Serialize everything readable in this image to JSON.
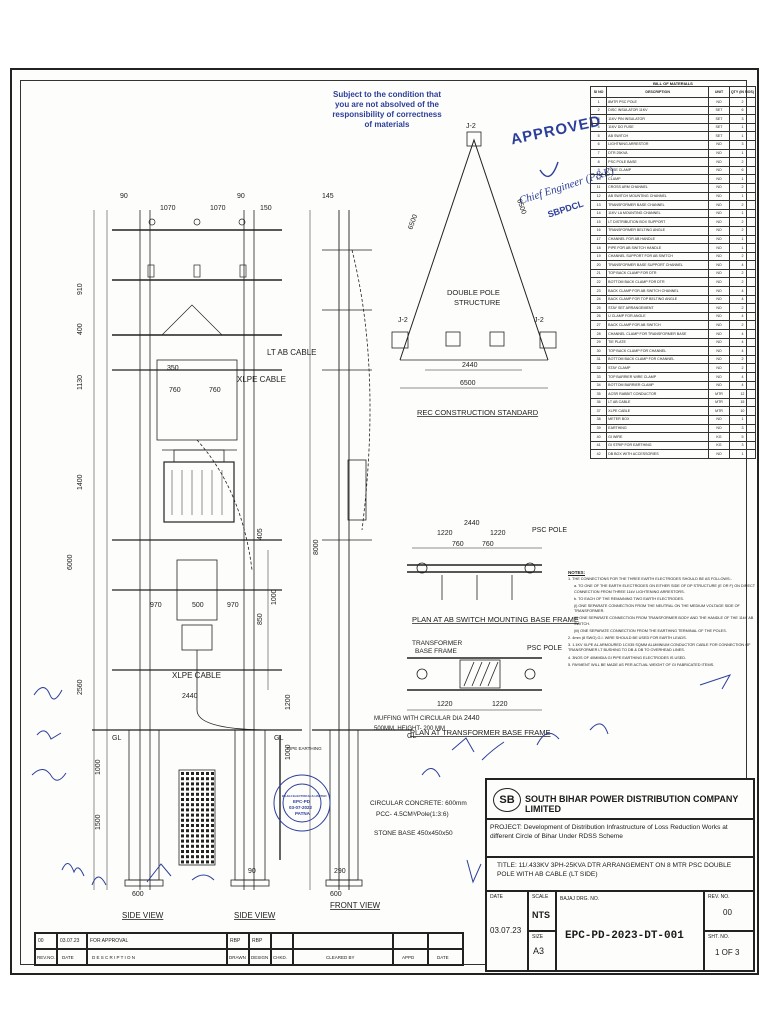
{
  "stamp": {
    "line1": "Subject to the condition that",
    "line2": "you are not absolved of the",
    "line3": "responsibility of correctness",
    "line4": "of materials"
  },
  "approval": {
    "approved": "APPROVED",
    "signer": "Chief Engineer (P&E)",
    "org": "SBPDCL"
  },
  "bom": {
    "title": "BILL OF MATERIALS",
    "headers": [
      "SI NO",
      "DESCRIPTION",
      "UNIT",
      "QTY (IN NOS)"
    ],
    "rows": [
      [
        "1",
        "8MTR PSC POLE",
        "NO",
        "2"
      ],
      [
        "2",
        "DISC INSULATOR 11KV",
        "SET",
        "6"
      ],
      [
        "3",
        "11KV PIN INSULATOR",
        "SET",
        "3"
      ],
      [
        "4",
        "11KV DO FUSE",
        "SET",
        "1"
      ],
      [
        "5",
        "AB SWITCH",
        "SET",
        "1"
      ],
      [
        "6",
        "LIGHTNING ARRESTOR",
        "NO",
        "3"
      ],
      [
        "7",
        "DTR 25KVA",
        "NO",
        "1"
      ],
      [
        "8",
        "PSC POLE BASE",
        "NO",
        "2"
      ],
      [
        "9",
        "FUSE CLAMP",
        "NO",
        "6"
      ],
      [
        "10",
        "CLAMP",
        "NO",
        "1"
      ],
      [
        "11",
        "CROSS ARM CHANNEL",
        "NO",
        "2"
      ],
      [
        "12",
        "AB SWITCH MOUNTING CHANNEL",
        "NO",
        "1"
      ],
      [
        "13",
        "TRANSFORMER BASE CHANNEL",
        "NO",
        "2"
      ],
      [
        "14",
        "11KV LA MOUNTING CHANNEL",
        "NO",
        "1"
      ],
      [
        "15",
        "LT DISTRIBUTION BOX SUPPORT",
        "NO",
        "2"
      ],
      [
        "16",
        "TRANSFORMER BELTING ANGLE",
        "NO",
        "2"
      ],
      [
        "17",
        "CHANNEL FOR AB HANDLE",
        "NO",
        "1"
      ],
      [
        "18",
        "PIPE FOR AB SWITCH HANDLE",
        "NO",
        "1"
      ],
      [
        "19",
        "CHANNEL SUPPORT FOR AB SWITCH",
        "NO",
        "2"
      ],
      [
        "20",
        "TRANSFORMER BASE SUPPORT CHANNEL",
        "NO",
        "4"
      ],
      [
        "21",
        "TOP BACK CLAMP FOR DTR",
        "NO",
        "2"
      ],
      [
        "22",
        "BOTTOM BACK CLAMP FOR DTR",
        "NO",
        "2"
      ],
      [
        "23",
        "BACK CLAMP FOR AB SWITCH CHANNEL",
        "NO",
        "4"
      ],
      [
        "24",
        "BACK CLAMP FOR TOP BELTING ANGLE",
        "NO",
        "4"
      ],
      [
        "25",
        "STAY SET ARRANGEMENT",
        "NO",
        "2"
      ],
      [
        "26",
        "U CLAMP FOR ANGLE",
        "NO",
        "4"
      ],
      [
        "27",
        "BACK CLAMP FOR AB SWITCH",
        "NO",
        "2"
      ],
      [
        "28",
        "CHANNEL CLAMP FOR TRANSFORMER BASE",
        "NO",
        "4"
      ],
      [
        "29",
        "TIE PLATE",
        "NO",
        "4"
      ],
      [
        "30",
        "TOP BACK CLAMP FOR CHANNEL",
        "NO",
        "4"
      ],
      [
        "31",
        "BOTTOM BACK CLAMP FOR CHANNEL",
        "NO",
        "2"
      ],
      [
        "32",
        "STAY CLAMP",
        "NO",
        "2"
      ],
      [
        "33",
        "TOP BARRIER WIRE CLAMP",
        "NO",
        "4"
      ],
      [
        "34",
        "BOTTOM BARRIER CLAMP",
        "NO",
        "4"
      ],
      [
        "35",
        "ACSR RABBIT CONDUCTOR",
        "MTR",
        "12"
      ],
      [
        "36",
        "LT AB CABLE",
        "MTR",
        "15"
      ],
      [
        "37",
        "XLPE CABLE",
        "MTR",
        "10"
      ],
      [
        "38",
        "METER BOX",
        "NO",
        "1"
      ],
      [
        "39",
        "EARTHING",
        "NO",
        "3"
      ],
      [
        "40",
        "GI WIRE",
        "KG",
        "5"
      ],
      [
        "41",
        "GI STRIP FOR EARTHING",
        "KG",
        "3"
      ],
      [
        "42",
        "DB BOX WITH ACCESSORIES",
        "NO",
        "1"
      ]
    ]
  },
  "notes": {
    "title": "NOTES:",
    "items": [
      "1. THE CONNECTIONS FOR THE THREE EARTH ELECTRODES SHOULD BE AS FOLLOWS:-",
      "a. TO ONE OF THE EARTH ELECTRODES ON EITHER SIDE OF DP STRUCTURE (E OR F) ON DIRECT CONNECTION FROM THREE 11kV LIGHTENING ARRESTORS.",
      "b. TO EACH OF THE REMAINING TWO EARTH ELECTRODES.",
      "(i) ONE SEPARATE CONNECTION FROM THE NEUTRAL ON THE MEDIUM VOLTAGE SIDE OF TRANSFORMER.",
      "(ii) ONE SEPARATE CONNECTION FROM TRANSFORMER BODY AND THE HANDLE OF THE 11kV AB SWITCH.",
      "(iii) ONE SEPARATE CONNECTION FROM THE EARTHING TERMINAL OF THE POLES.",
      "2. 4mm (8 SWG) G.I. WIRE SHOULD BE USED FOR EARTH LEADS.",
      "3. 1.1KV XLPE AL ARMOURED 1CX35 SQMM ALUMINIUM CONDUCTOR CABLE FOR CONNECTION OF TRANSFORMER LT BUSHING TO DB & DB TO OVERHEAD LINES.",
      "4. 3NOS OF 40MMDIA GI PIPE EARTHING ELECTRODES IS USED.",
      "5. PAYMENT WILL BE MADE AS PER ACTUAL WEIGHT OF GI FABRICATED ITEMS."
    ]
  },
  "drawing": {
    "top_dims": [
      "90",
      "90",
      "1070",
      "1070",
      "150",
      "145"
    ],
    "vert_dims": [
      "910",
      "400",
      "1130",
      "1400",
      "2560",
      "1000",
      "1500",
      "6000",
      "8000",
      "1200",
      "1000",
      "405",
      "850",
      "1000"
    ],
    "h_dims": [
      "350",
      "760",
      "760",
      "970",
      "500",
      "970",
      "2440",
      "600",
      "90",
      "290",
      "600"
    ],
    "labels": {
      "lt_ab_cable": "LT AB CABLE",
      "xlpe_cable": "XLPE CABLE",
      "xlpe_cable_2": "XLPE CABLE",
      "gl1": "GL",
      "gl2": "GL",
      "gl3": "GL",
      "pipe_earthing": "PIPE EARTHING",
      "muffing": "MUFFING WITH CIRCULAR DIA",
      "muffing2": "500MM, HEIGHT- 200 MM",
      "circular_concrete": "CIRCULAR CONCRETE: 600mm",
      "pcc": "PCC- 4.5CM³/Pole(1:3:6)",
      "stone_base": "STONE BASE 450x450x50",
      "side_view_1": "SIDE VIEW",
      "side_view_2": "SIDE VIEW",
      "front_view": "FRONT VIEW",
      "double_pole": "DOUBLE POLE",
      "structure": "STRUCTURE",
      "j2_top": "J-2",
      "j2_left": "J-2",
      "j2_right": "J-2",
      "d6500a": "6500",
      "d6500b": "6500",
      "d6500c": "6500",
      "d2440a": "2440",
      "rec_std": "REC CONSTRUCTION STANDARD",
      "d2440b": "2440",
      "d1220a": "1220",
      "d1220b": "1220",
      "d760a": "760",
      "d760b": "760",
      "psc_pole_1": "PSC POLE",
      "plan_ab": "PLAN AT AB SWITCH MOUNTING BASE FRAME",
      "tf_base": "TRANSFORMER",
      "tf_base2": "BASE FRAME",
      "psc_pole_2": "PSC POLE",
      "d1220c": "1220",
      "d1220d": "1220",
      "d2440c": "2440",
      "plan_tf": "PLAN AT TRANSFORMER BASE FRAME"
    }
  },
  "seal": {
    "line1": "BAJAJ ELECTRICALS LIMITED",
    "line2": "EPC-PD",
    "line3": "03-07-2022",
    "line4": "PATNA"
  },
  "title_block": {
    "company": "SOUTH BIHAR POWER DISTRIBUTION COMPANY LIMITED",
    "logo": "SB",
    "project": "PROJECT: Development of Distribution Infrastructure of Loss Reduction Works at different Circle of Bihar Under RDSS Scheme",
    "title": "TITLE:  11/.433KV 3PH-25KVA DTR ARRANGEMENT ON 8 MTR PSC DOUBLE POLE WITH AB CABLE (LT SIDE)",
    "date_label": "DATE",
    "date": "03.07.23",
    "scale_label": "SCALE",
    "scale": "NTS",
    "size_label": "SIZE",
    "size": "A3",
    "drg_no_label": "BAJAJ DRG. NO.",
    "drg_no": "EPC-PD-2023-DT-001",
    "rev_no_label": "REV. NO.",
    "rev_no": "00",
    "sht_no_label": "SHT. NO.",
    "sht_no": "1 OF 3"
  },
  "revision": {
    "rev": "00",
    "date": "03.07.23",
    "description": "FOR APPROVAL",
    "rbp1": "RBP",
    "rbp2": "RBP",
    "h_rev": "REV.NO.",
    "h_date": "DATE",
    "h_desc": "D E S C R I P T I O N",
    "h_drawn": "DRAWN",
    "h_design": "DESIGN",
    "h_chkd": "CHKD.",
    "h_cleared": "CLEARED BY",
    "h_appd": "APPD",
    "h_date2": "DATE"
  },
  "colors": {
    "ink": "#1a1a1a",
    "stamp": "#2c3e9b",
    "paper": "#fdfdfb"
  }
}
